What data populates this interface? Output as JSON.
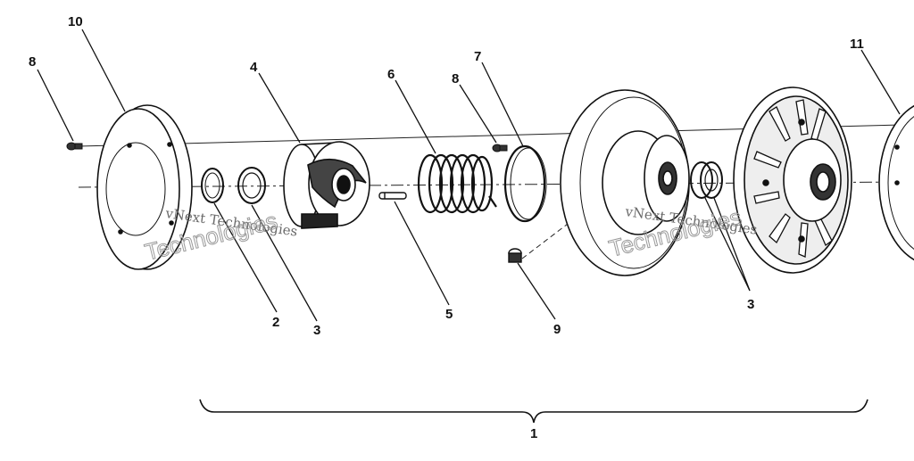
{
  "callouts": {
    "c10": "10",
    "c8a": "8",
    "c4": "4",
    "c6": "6",
    "c8b": "8",
    "c7": "7",
    "c11": "11",
    "c2": "2",
    "c3a": "3",
    "c5": "5",
    "c9": "9",
    "c3b": "3",
    "c1": "1"
  },
  "watermark": {
    "line1": "vNext Technologies",
    "line2": "Technologies",
    "line3": "vNext Technologies",
    "line4": "Technologies"
  }
}
